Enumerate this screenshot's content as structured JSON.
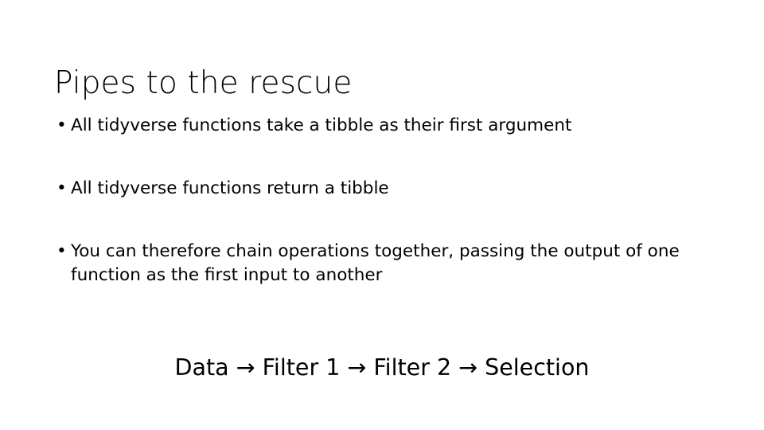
{
  "slide": {
    "title": "Pipes to the rescue",
    "background_color": "#ffffff",
    "text_color": "#000000",
    "bullet_marker": "•",
    "bullets": [
      {
        "text": "All tidyverse functions take a tibble as their first argument"
      },
      {
        "text": "All tidyverse functions return a tibble"
      },
      {
        "text": "You can therefore chain operations together, passing the output of one function as the first input to another"
      }
    ],
    "pipeline": {
      "text": "Data → Filter 1 → Filter 2 → Selection",
      "steps": [
        "Data",
        "Filter 1",
        "Filter 2",
        "Selection"
      ],
      "arrow": "→"
    }
  }
}
